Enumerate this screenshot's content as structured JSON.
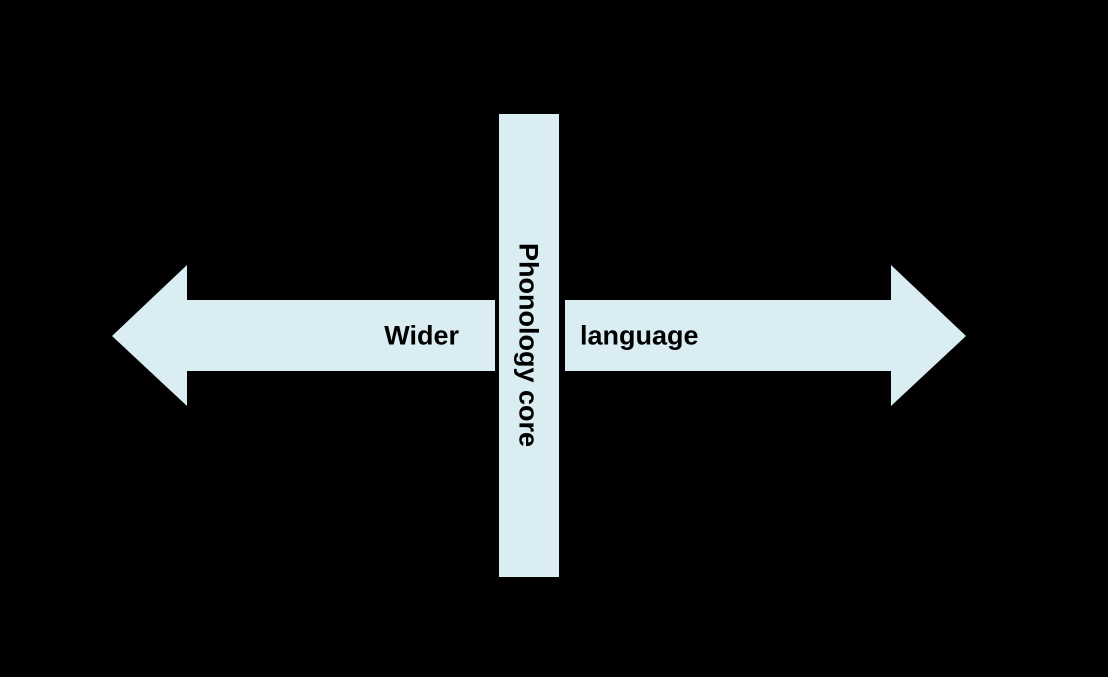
{
  "diagram": {
    "background_color": "#000000",
    "shape_fill": "#daedf3",
    "text_color": "#000000",
    "arrow_left_label": "Wider",
    "arrow_right_label": "language",
    "core_bar_label": "Phonology core"
  }
}
